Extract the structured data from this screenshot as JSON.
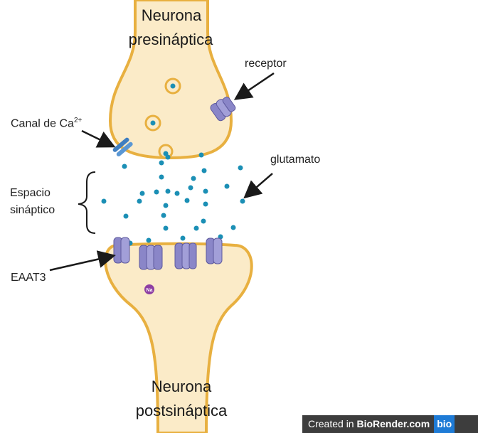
{
  "labels": {
    "presynaptic_line1": "Neurona",
    "presynaptic_line2": "presináptica",
    "postsynaptic_line1": "Neurona",
    "postsynaptic_line2": "postsináptica",
    "receptor": "receptor",
    "calcium_channel_prefix": "Canal de Ca",
    "calcium_channel_sup": "2+",
    "glutamate": "glutamato",
    "synaptic_space_line1": "Espacio",
    "synaptic_space_line2": "sináptico",
    "eaat3": "EAAT3",
    "na_ion": "Na"
  },
  "footer": {
    "prefix": "Created in ",
    "brand": "BioRender.com",
    "logo": "bio"
  },
  "colors": {
    "membrane": "#e8b040",
    "cytoplasm": "#fbebc8",
    "glutamate": "#1b8fb5",
    "receptor": "#8a86c8",
    "channel": "#3f7ec0",
    "na_ion": "#8e3fa3",
    "arrow": "#1a1a1a"
  }
}
